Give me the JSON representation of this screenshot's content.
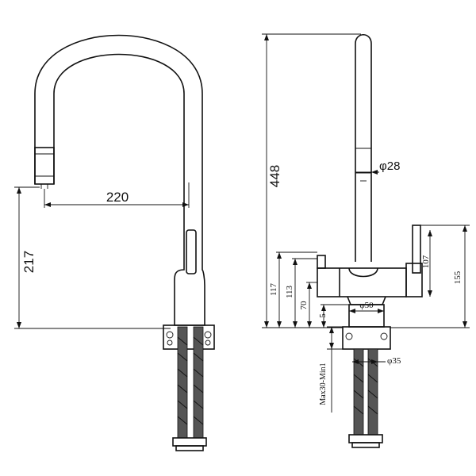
{
  "front_view": {
    "dim_spout_reach": "220",
    "dim_spout_height": "217"
  },
  "side_view": {
    "dim_total_height": "448",
    "dim_spout_diameter": "φ28",
    "dim_lever_height": "107",
    "dim_side_height": "155",
    "dim_body_top": "117",
    "dim_body_upper": "113",
    "dim_body_mid": "70",
    "dim_base": "5",
    "dim_base_diameter": "φ50",
    "dim_hole_diameter": "φ35",
    "dim_deck_thickness": "Max30-Min1"
  }
}
